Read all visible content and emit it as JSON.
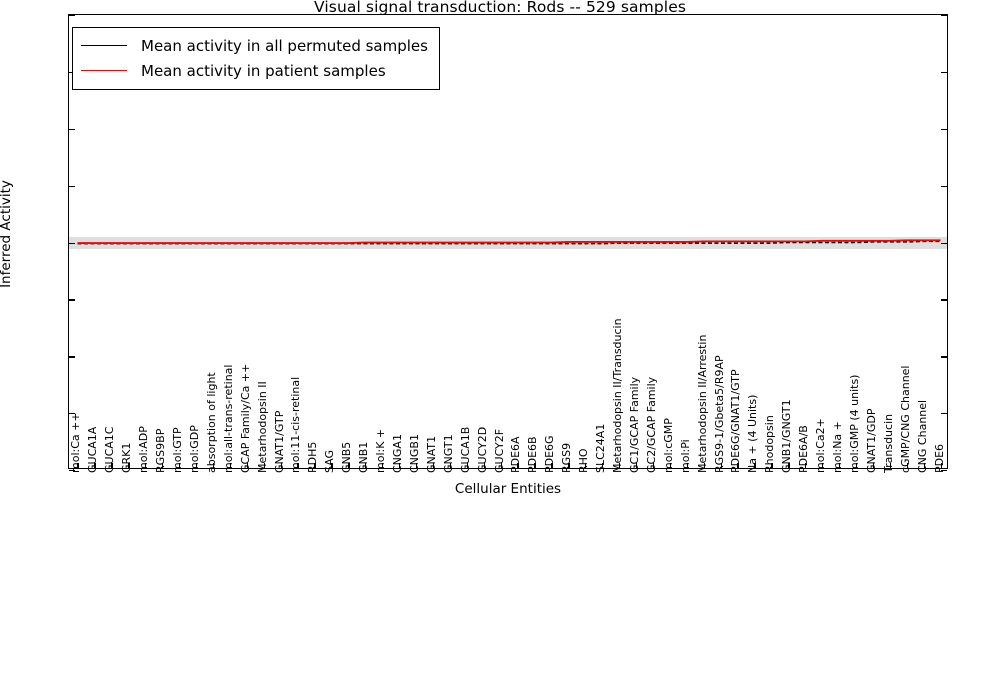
{
  "chart_data": {
    "type": "line",
    "title": "Visual signal transduction: Rods -- 529 samples",
    "xlabel": "Cellular Entities",
    "ylabel": "Inferred Activity",
    "ylim": [
      -4,
      4
    ],
    "yticks": [
      "-4",
      "-3",
      "-2",
      "-1",
      "0",
      "1",
      "2",
      "3",
      "4"
    ],
    "grid": false,
    "legend_position": "upper left",
    "categories": [
      "mol:Ca ++",
      "GUCA1A",
      "GUCA1C",
      "GRK1",
      "mol:ADP",
      "RGS9BP",
      "mol:GTP",
      "mol:GDP",
      "absorption of light",
      "mol:all-trans-retinal",
      "GCAP Family/Ca ++",
      "Metarhodopsin II",
      "GNAT1/GTP",
      "mol:11-cis-retinal",
      "RDH5",
      "SAG",
      "GNB5",
      "GNB1",
      "mol:K +",
      "CNGA1",
      "CNGB1",
      "GNAT1",
      "GNGT1",
      "GUCA1B",
      "GUCY2D",
      "GUCY2F",
      "PDE6A",
      "PDE6B",
      "PDE6G",
      "RGS9",
      "RHO",
      "SLC24A1",
      "Metarhodopsin II/Transducin",
      "GC1/GCAP Family",
      "GC2/GCAP Family",
      "mol:cGMP",
      "mol:Pi",
      "Metarhodopsin II/Arrestin",
      "RGS9-1/Gbeta5/R9AP",
      "PDE6G/GNAT1/GTP",
      "Na + (4 Units)",
      "Rhodopsin",
      "GNB1/GNGT1",
      "PDE6A/B",
      "mol:Ca2+",
      "mol:Na +",
      "mol:GMP (4 units)",
      "GNAT1/GDP",
      "Transducin",
      "cGMP/CNG Channel",
      "CNG Channel",
      "PDE6"
    ],
    "series": [
      {
        "name": "Mean activity in all permuted samples",
        "color": "#000000",
        "values": [
          -0.02,
          -0.02,
          -0.02,
          -0.02,
          -0.02,
          -0.02,
          -0.02,
          -0.02,
          -0.02,
          -0.02,
          -0.02,
          -0.02,
          -0.02,
          -0.02,
          -0.02,
          -0.02,
          -0.02,
          -0.02,
          -0.02,
          -0.02,
          -0.02,
          -0.02,
          -0.02,
          -0.02,
          -0.02,
          -0.02,
          -0.02,
          -0.02,
          -0.02,
          -0.02,
          -0.02,
          -0.02,
          -0.01,
          -0.01,
          -0.01,
          -0.01,
          -0.01,
          -0.01,
          -0.01,
          -0.01,
          -0.01,
          -0.01,
          0.0,
          0.0,
          0.0,
          0.0,
          0.0,
          0.01,
          0.01,
          0.01,
          0.02,
          0.02
        ]
      },
      {
        "name": "Mean activity in patient samples",
        "color": "#ff0000",
        "values": [
          -0.01,
          -0.01,
          -0.01,
          -0.01,
          -0.01,
          -0.01,
          -0.01,
          -0.01,
          -0.01,
          -0.01,
          -0.01,
          -0.01,
          -0.01,
          -0.01,
          -0.01,
          -0.01,
          -0.01,
          0.0,
          0.0,
          0.0,
          0.0,
          0.0,
          0.0,
          0.0,
          0.0,
          0.0,
          0.0,
          0.0,
          0.0,
          0.01,
          0.01,
          0.01,
          0.01,
          0.01,
          0.01,
          0.01,
          0.01,
          0.02,
          0.02,
          0.02,
          0.02,
          0.02,
          0.02,
          0.02,
          0.03,
          0.03,
          0.03,
          0.03,
          0.03,
          0.04,
          0.04,
          0.04
        ]
      }
    ],
    "band": {
      "name": "permutation spread",
      "color": "#d9d9d9",
      "lower": -0.12,
      "upper": 0.1
    }
  },
  "legend": {
    "entries": [
      {
        "label": "Mean activity in all permuted samples",
        "color": "#000000"
      },
      {
        "label": "Mean activity in patient samples",
        "color": "#ff0000"
      }
    ]
  }
}
